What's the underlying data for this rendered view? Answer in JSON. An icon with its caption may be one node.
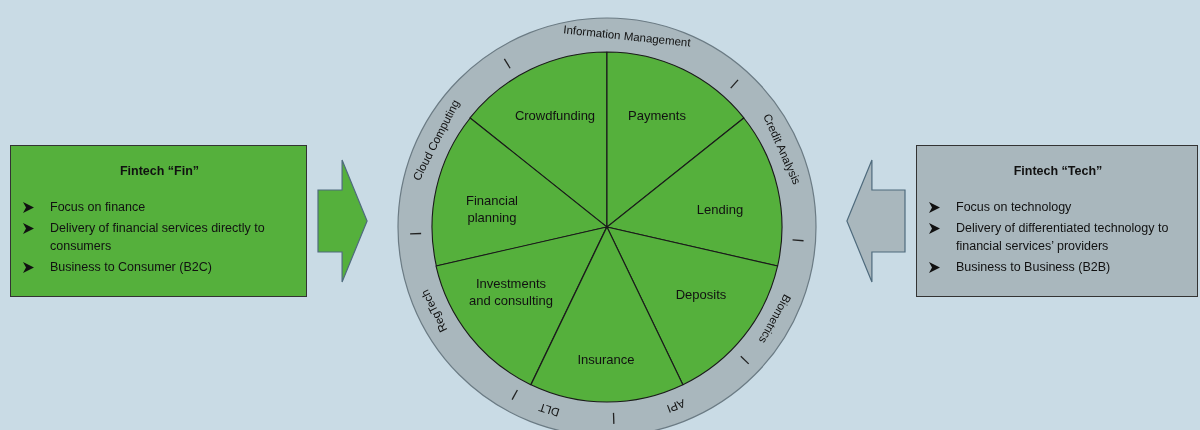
{
  "diagram": {
    "nodes": [
      {
        "text": [
          "Fintech “Fin”",
          "Focus on finance",
          "Delivery of financial services directly to consumers",
          "Business to Consumer (B2C)"
        ]
      },
      {
        "text": [
          "Information Management",
          "Credit Analysis",
          "Biometrics",
          "API",
          "DLT",
          "RegTech",
          "Cloud Computing"
        ]
      },
      {
        "text": [
          "Crowdfunding"
        ],
        "in": 1
      },
      {
        "text": [
          "Payments"
        ],
        "in": 1
      },
      {
        "text": [
          "Financial planning"
        ],
        "in": 1
      },
      {
        "text": [
          "Lending"
        ],
        "in": 1
      },
      {
        "text": [
          "Investments and consulting"
        ],
        "in": 1
      },
      {
        "text": [
          "Deposits"
        ],
        "in": 1
      },
      {
        "text": [
          "Insurance"
        ],
        "in": 1
      },
      {
        "text": [
          "Fintech “Tech”",
          "Focus on technology",
          "Delivery of differentiated technology to financial services’ providers",
          "Business to Business (B2B)"
        ]
      }
    ],
    "edges": [
      {
        "from": 0,
        "to": 1,
        "arrow": "to",
        "style": "thick",
        "color": "#55b03c"
      },
      {
        "from": 9,
        "to": 1,
        "arrow": "to",
        "style": "thick",
        "color": "#a9b7bd"
      }
    ]
  }
}
